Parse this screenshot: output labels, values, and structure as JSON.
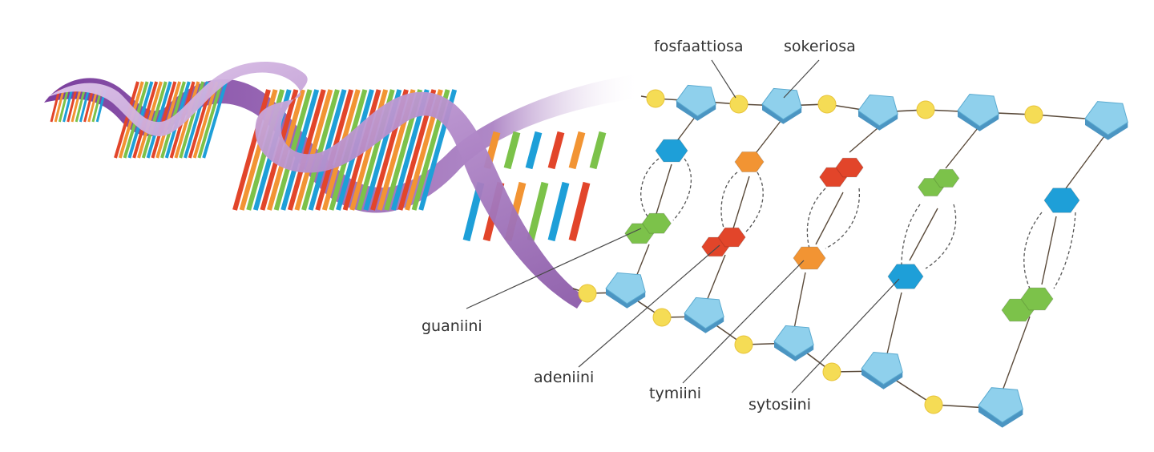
{
  "labels": {
    "phosphate": "fosfaattiosa",
    "sugar": "sokeriosa",
    "guanine": "guaniini",
    "adenine": "adeniini",
    "thymine": "tymiini",
    "cytosine": "sytosiini"
  },
  "colors": {
    "helix_purple": "#7a3e9d",
    "helix_light": "#c9a6dc",
    "sugar": "#8fd0ec",
    "phosphate": "#f5dc55",
    "guanine": "#7cc24a",
    "adenine": "#e2452a",
    "thymine": "#f29433",
    "cytosine": "#1e9fd8",
    "bar_colors": [
      "#e2452a",
      "#f29433",
      "#7cc24a",
      "#1e9fd8"
    ]
  }
}
